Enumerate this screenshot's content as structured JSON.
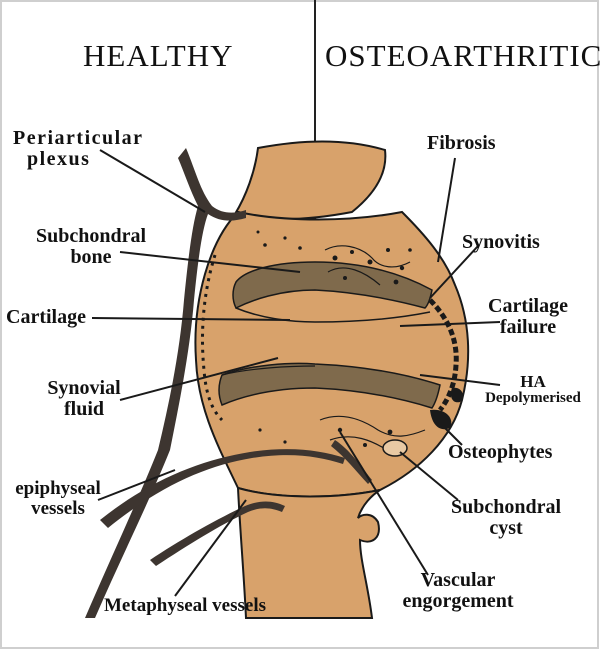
{
  "headings": {
    "healthy": "HEALTHY",
    "osteoarthritic": "OSTEOARTHRITIC"
  },
  "labels": {
    "periarticular_plexus": [
      "Periarticular",
      "plexus"
    ],
    "subchondral_bone": [
      "Subchondral",
      "bone"
    ],
    "cartilage": "Cartilage",
    "synovial_fluid": [
      "Synovial",
      "fluid"
    ],
    "epiphyseal_vessels": [
      "epiphyseal",
      "vessels"
    ],
    "metaphyseal_vessels": "Metaphyseal vessels",
    "fibrosis": "Fibrosis",
    "synovitis": "Synovitis",
    "cartilage_failure": [
      "Cartilage",
      "failure"
    ],
    "ha_depolymerised": [
      "HA",
      "Depolymerised"
    ],
    "osteophytes": "Osteophytes",
    "subchondral_cyst": [
      "Subchondral",
      "cyst"
    ],
    "vascular_engorgement": [
      "Vascular",
      "engorgement"
    ]
  },
  "colors": {
    "bone": "#d8a26b",
    "bone_light": "#e8c9a4",
    "cartilage": "#7f6a4c",
    "outline": "#1a1a1a",
    "vessel": "#3d3530",
    "divider": "#222222",
    "text": "#111111"
  }
}
